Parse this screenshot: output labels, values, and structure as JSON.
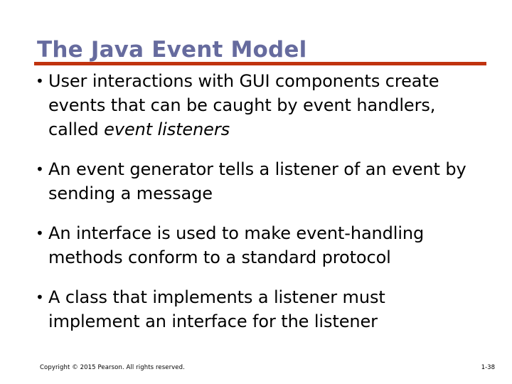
{
  "slide": {
    "title": "The Java Event Model",
    "title_color": "#666b9e",
    "rule_color": "#c0330e",
    "background_color": "#ffffff",
    "bullet_glyph": "•",
    "bullets": [
      {
        "pre": "User interactions with GUI components create events that can be caught by event handlers, called ",
        "emphasis": "event listeners",
        "post": ""
      },
      {
        "pre": "An event generator tells a listener of an event by sending a message",
        "emphasis": "",
        "post": ""
      },
      {
        "pre": "An interface is used to make event-handling methods conform to a standard protocol",
        "emphasis": "",
        "post": ""
      },
      {
        "pre": "A class that implements a listener must implement an interface for the listener",
        "emphasis": "",
        "post": ""
      }
    ],
    "footer": {
      "copyright": "Copyright © 2015 Pearson. All rights reserved.",
      "slide_number": "1-38"
    }
  }
}
